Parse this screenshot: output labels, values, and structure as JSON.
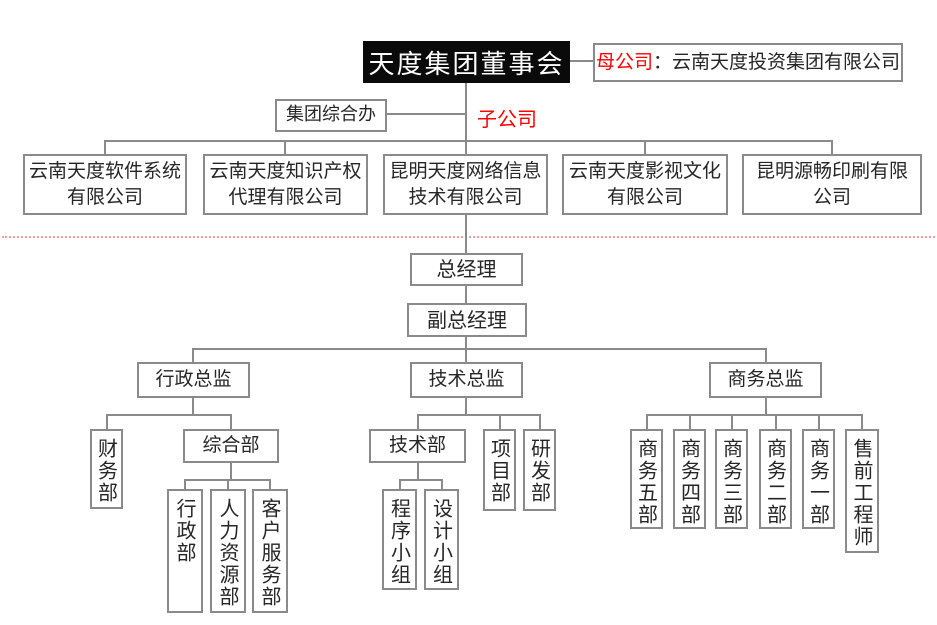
{
  "board": {
    "title": "天度集团董事会"
  },
  "parent_company": {
    "label": "母公司",
    "rest": "：云南天度投资集团有限公司"
  },
  "group_office": {
    "label": "集团综合办"
  },
  "subsidiary": {
    "label": "子公司"
  },
  "companies": [
    "云南天度软件系统\n有限公司",
    "云南天度知识产权\n代理有限公司",
    "昆明天度网络信息\n技术有限公司",
    "云南天度影视文化\n有限公司",
    "昆明源畅印刷有限\n公司"
  ],
  "management": {
    "general_manager": "总经理",
    "deputy_general_manager": "副总经理"
  },
  "directors": {
    "admin": "行政总监",
    "tech": "技术总监",
    "business": "商务总监"
  },
  "admin_branch": {
    "finance": "财务部",
    "general_affairs": "综合部",
    "departments": [
      "行政部",
      "人力资源部",
      "客户服务部"
    ]
  },
  "tech_branch": {
    "tech_dept": "技术部",
    "project_dept": "项目部",
    "rnd_dept": "研发部",
    "teams": [
      "程序小组",
      "设计小组"
    ]
  },
  "business_branch": {
    "departments": [
      "商务五部",
      "商务四部",
      "商务三部",
      "商务二部",
      "商务一部",
      "售前工程师"
    ]
  },
  "colors": {
    "accent_red": "#fe0000",
    "line_gray": "#8a8a8a",
    "divider_pink": "#f79c9c"
  }
}
